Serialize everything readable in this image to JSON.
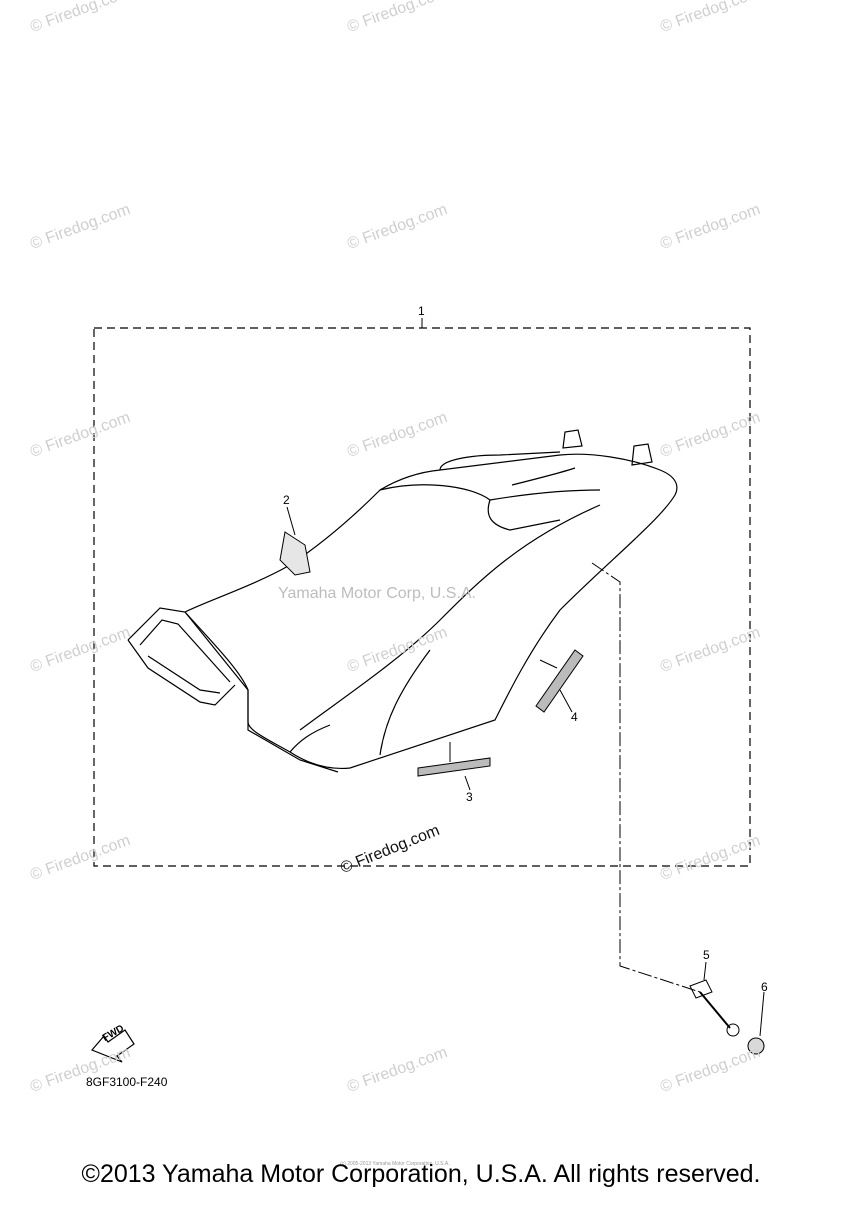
{
  "watermark": "© Firedog.com",
  "center_watermark": "Yamaha Motor Corp, U.S.A.",
  "inner_watermark": "© Firedog.com",
  "callouts": [
    "1",
    "2",
    "3",
    "4",
    "5",
    "6"
  ],
  "fwd_label": "FWD",
  "diagram_code": "8GF3100-F240",
  "tiny_copyright": "(c) 2005-2013 Yamaha Motor Corporation, U.S.A.",
  "copyright": "©2013 Yamaha Motor Corporation, U.S.A. All rights reserved."
}
